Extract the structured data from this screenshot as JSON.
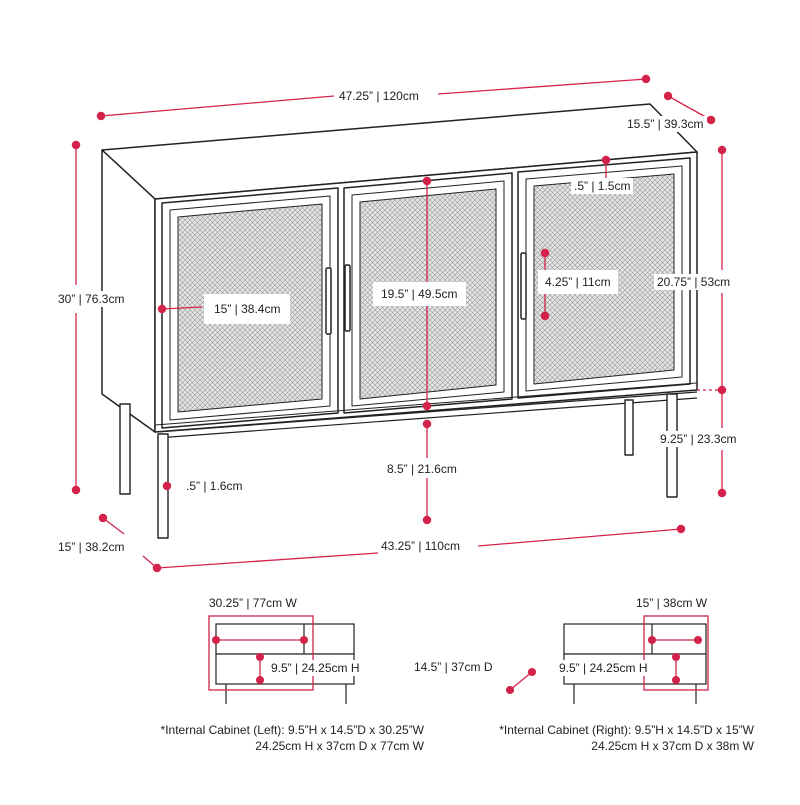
{
  "colors": {
    "dimension": "#d4234a",
    "outline": "#222222",
    "mesh": "#cfcfcf",
    "background": "#ffffff"
  },
  "dimensions": {
    "overall_width": "47.25” | 120cm",
    "overall_depth": "15.5” | 39.3cm",
    "overall_height": "30” | 76.3cm",
    "door_gap": ".5” | 1.5cm",
    "door_width": "15” | 38.4cm",
    "door_height": "19.5” | 49.5cm",
    "handle_length": "4.25” | 11cm",
    "body_height": "20.75” | 53cm",
    "leg_height": "9.25” | 23.3cm",
    "floor_clearance": "8.5” | 21.6cm",
    "leg_thickness": ".5” | 1.6cm",
    "base_depth": "15” | 38.2cm",
    "base_width": "43.25” | 110cm"
  },
  "internal_left": {
    "width_label": "30.25” | 77cm W",
    "height_label": "9.5” | 24.25cm H",
    "caption_line1": "*Internal Cabinet (Left): 9.5”H x 14.5”D x 30.25”W",
    "caption_line2": "24.25cm H x 37cm D x 77cm W"
  },
  "internal_depth_label": "14.5” | 37cm D",
  "internal_right": {
    "width_label": "15” | 38cm W",
    "height_label": "9.5” | 24.25cm H",
    "caption_line1": "*Internal Cabinet (Right): 9.5”H x 14.5”D x 15”W",
    "caption_line2": "24.25cm H x 37cm D x 38m W"
  }
}
